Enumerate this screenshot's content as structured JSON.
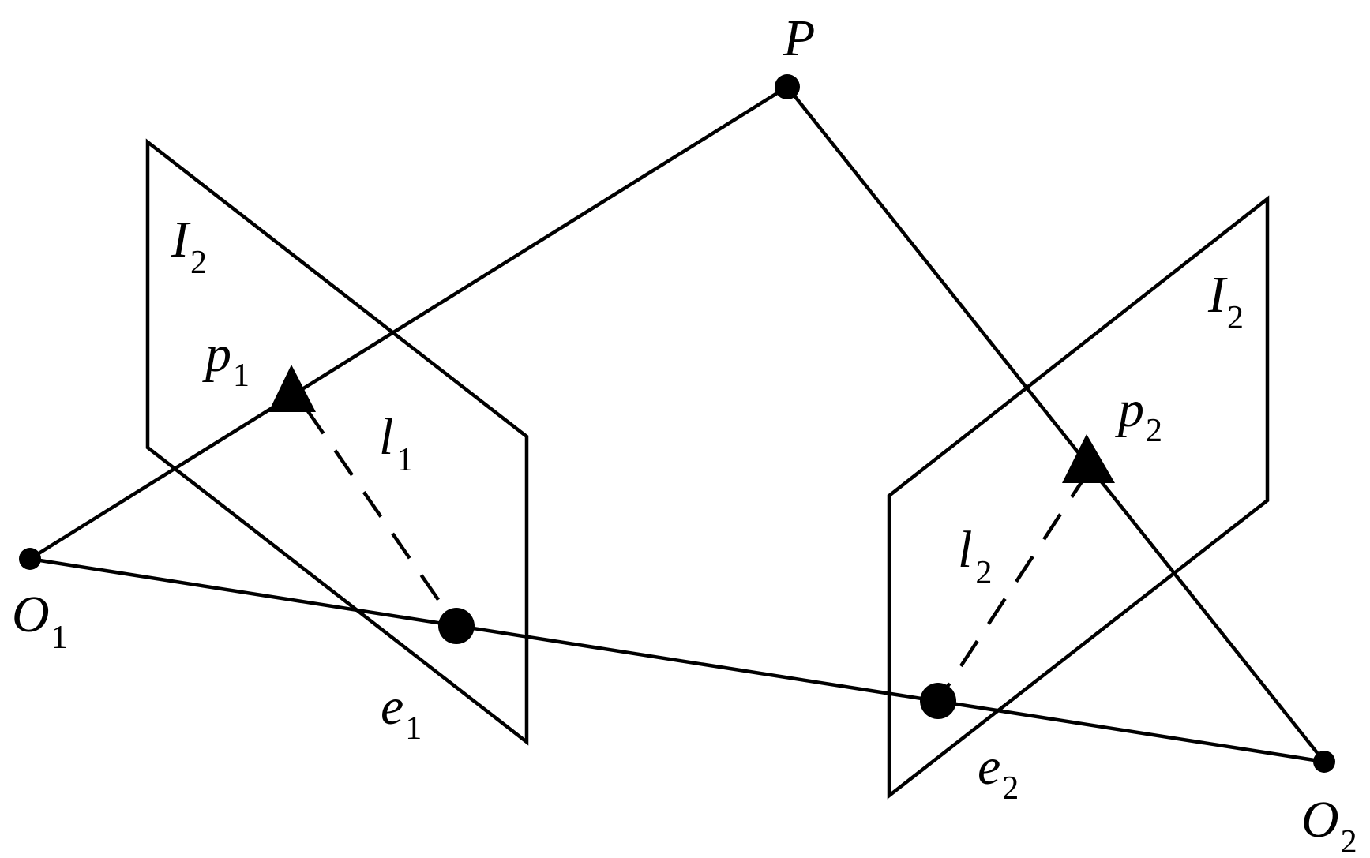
{
  "labels": {
    "P": "P",
    "O1": {
      "main": "O",
      "sub": "1"
    },
    "O2": {
      "main": "O",
      "sub": "2"
    },
    "p1": {
      "main": "p",
      "sub": "1"
    },
    "p2": {
      "main": "p",
      "sub": "2"
    },
    "l1": {
      "main": "l",
      "sub": "1"
    },
    "l2": {
      "main": "l",
      "sub": "2"
    },
    "e1": {
      "main": "e",
      "sub": "1"
    },
    "e2": {
      "main": "e",
      "sub": "2"
    },
    "I_left": {
      "main": "I",
      "sub": "2"
    },
    "I_right": {
      "main": "I",
      "sub": "2"
    }
  }
}
